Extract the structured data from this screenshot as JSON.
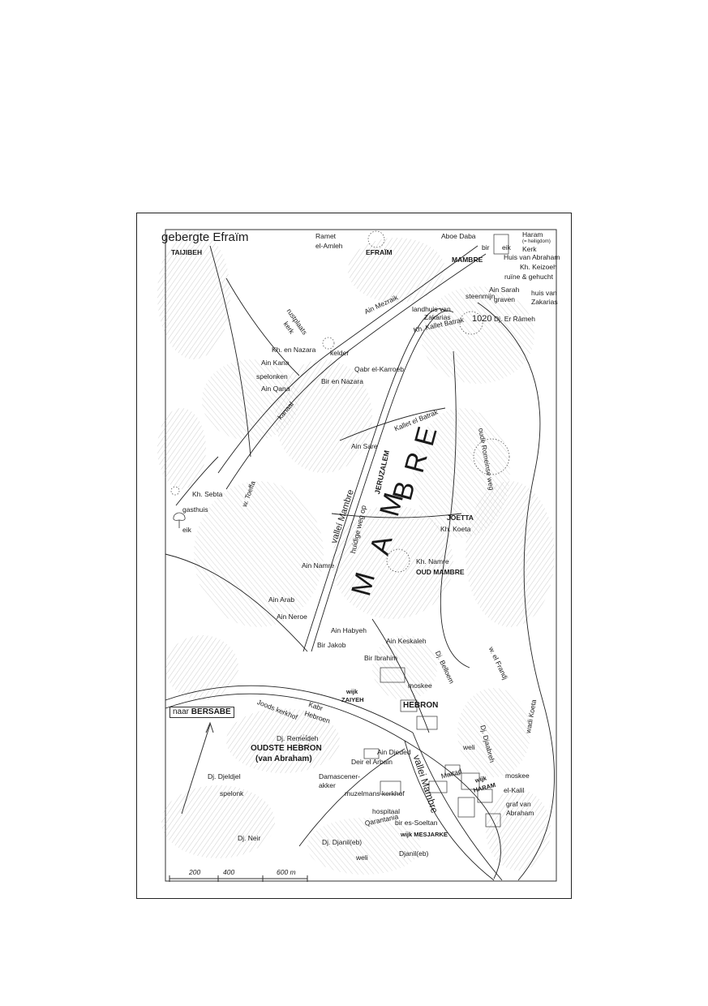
{
  "map": {
    "title": "gebergte Efraïm",
    "region_letters": [
      "M",
      "A",
      "M",
      "B",
      "R",
      "E"
    ],
    "scale_ticks": [
      "200",
      "400",
      "600 m"
    ],
    "labels": {
      "taijibeh": "TAIJIBEH",
      "ramet": "Ramet",
      "el_amleh": "el-Amleh",
      "efraim": "EFRAÏM",
      "aboe_daba": "Aboe Daba",
      "bir": "bir",
      "eik_top": "eik",
      "haram_top": "Haram",
      "heiligdom": "(= heiligdom)",
      "kerk": "Kerk",
      "huis_abraham": "Huis van Abraham",
      "mambre": "MAMBRE",
      "kh_keizoeh": "Kh. Keizoeh",
      "ruine_gehucht": "ruïne & gehucht",
      "huis_van": "huis van",
      "zakarias_top": "Zakarias",
      "ain_sarah": "Ain Sarah",
      "graven": "graven",
      "steenmijn": "steenmijn",
      "landhuis": "landhuis van",
      "zakarias": "Zakarias",
      "kh_kallet": "Kh. Kallet Batrak",
      "dj_er_rameh": "Dj. Er Ŕāmeh",
      "ain_mezraik": "Ain Mezraik",
      "rustplaats": "rustplaats",
      "kerk_side": "kerk",
      "kelder": "kelder",
      "kh_en_nazara": "Kh. en Nazara",
      "ain_kana": "Ain Kana",
      "spelonken": "spelonken",
      "ain_qana": "Ain Qana",
      "qabr": "Qabr el-Karroeb",
      "bir_en_nazara": "Bir en Nazara",
      "kanaal": "kanaal",
      "kallet_el_batrak": "Kallet el Batrak",
      "oude_romeinse_weg": "oude Romeinse weg",
      "ain_sare": "Ain Sare",
      "huidige_weg": "huidige weg op",
      "jeruzalem": "JERUZALEM",
      "vallei_mambre": "valleí Mambre",
      "w_toeffa": "w. Toeffa",
      "kh_sebta": "Kh. Sebta",
      "gasthuis": "gasthuis",
      "eik": "eik",
      "joetta": "JOETTA",
      "kh_koeta": "Kh. Koeta",
      "ain_namre": "Ain Namre",
      "kh_namre": "Kh. Namre",
      "oud_mambre": "OUD MAMBRE",
      "ain_arab": "Ain Arab",
      "ain_neroe": "Ain Neroe",
      "ain_habyeh": "Ain Habyeh",
      "bir_jakob": "Bir Jakob",
      "ain_keskaleh": "Ain Keskaleh",
      "bir_ibrahim": "Bir Ibrahim",
      "dj_belloem": "Dj. Belloem",
      "w_el_frandj": "w. el Frandj",
      "wadi_koeta": "wadi Koeta",
      "moskee_top": "moskee",
      "wijk": "wijk",
      "zaiyeh": "ZAIYEH",
      "hebron": "HEBRON",
      "naar": "naar ",
      "bersabe": "BERSABE",
      "joods_kerkhof": "Joods kerkhof",
      "kabr": "Kabr",
      "hebroen": "Hebroen",
      "dj_remeideh": "Dj. Remeideh",
      "oudste_hebron": "OUDSTE HEBRON",
      "van_abraham": "(van Abraham)",
      "ain_djeded": "Ain Djeded",
      "deir_el_arbain": "Deir el Arbain",
      "dj_djeldjel": "Dj. Djeldjel",
      "damascener": "Damascener-",
      "akker": "akker",
      "spelonk": "spelonk",
      "muzelmans_kerkhof": "muzelmans kerkhof",
      "vallei_mambre_south": "vallei Mambre",
      "mattad": "Mattad",
      "weli": "weli",
      "dj_djaabreh": "Dj. Djaabreh",
      "wijk_haram_1": "wijk",
      "wijk_haram_2": "HARAM",
      "moskee": "moskee",
      "el_kalil": "el-Kalil",
      "graf_van": "graf van",
      "abraham": "Abraham",
      "hospitaal": "hospitaal",
      "qarantania": "Qarantania",
      "bir_es_soeltan": "bir es-Soeltan",
      "wijk_mesjarke": "wijk MESJARKE",
      "dj_neir": "Dj. Neir",
      "dj_djanil": "Dj. Djanil(eb)",
      "weli_south": "weli",
      "djanil": "Djanil(eb)",
      "elev_1020": "1020"
    }
  }
}
